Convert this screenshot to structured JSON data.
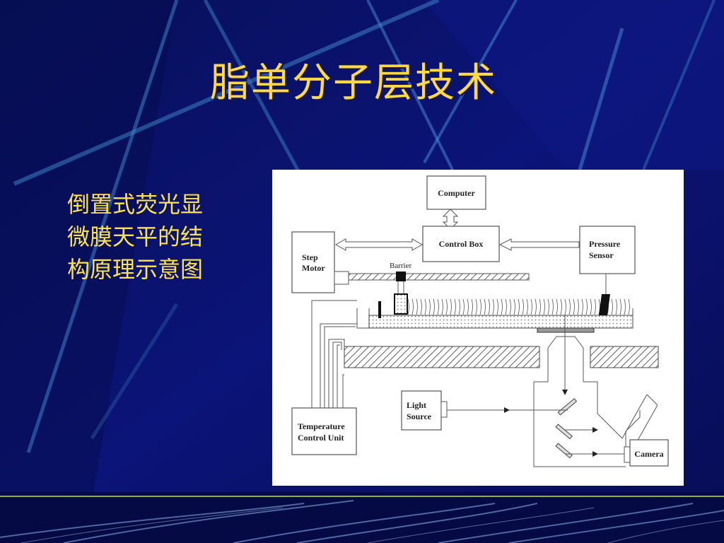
{
  "slide": {
    "title": "脂单分子层技术",
    "caption_lines": [
      "倒置式荧光显",
      "微膜天平的结",
      "构原理示意图"
    ],
    "colors": {
      "background": "#0a0f6b",
      "title": "#ffd84a",
      "caption": "#ffe34d",
      "figure_bg": "#ffffff"
    }
  },
  "diagram": {
    "computer": "Computer",
    "control_box": "Control Box",
    "step_motor": [
      "Step",
      "Motor"
    ],
    "pressure_sensor": [
      "Pressure",
      "Sensor"
    ],
    "barrier": "Barrier",
    "light_source": [
      "Light",
      "Source"
    ],
    "temperature_control": [
      "Temperature",
      "Control Unit"
    ],
    "camera": "Camera"
  }
}
